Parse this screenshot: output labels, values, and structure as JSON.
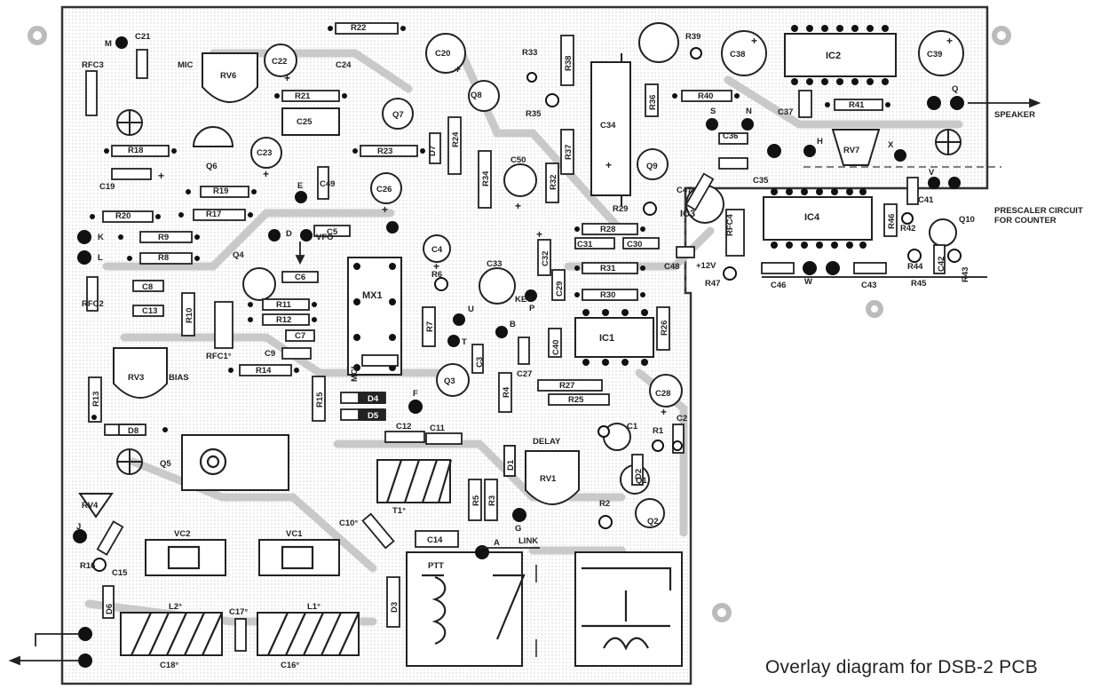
{
  "caption": "Overlay diagram for DSB-2 PCB",
  "board": {
    "ink": "#333333",
    "trace": "#c8c8c8",
    "pad": "#1a1a1a",
    "paper": "#ffffff"
  },
  "resistors": [
    "R22",
    "R21",
    "R23",
    "R24",
    "R18",
    "R19",
    "R17",
    "R20",
    "R9",
    "R8",
    "R11",
    "R12",
    "R10",
    "R14",
    "R13",
    "R15",
    "R34",
    "R33",
    "R35",
    "R38",
    "R37",
    "R32",
    "R36",
    "R39",
    "R40",
    "R41",
    "R28",
    "R29",
    "R31",
    "R30",
    "R26",
    "R27",
    "R25",
    "R7",
    "R4",
    "R6",
    "R5",
    "R3",
    "R1",
    "R2",
    "R16",
    "R46",
    "R42",
    "R44",
    "R45",
    "R47",
    "R43"
  ],
  "capacitors": [
    "C21",
    "C22",
    "C24",
    "C20",
    "C25",
    "C23",
    "C19",
    "C49",
    "C26",
    "C5",
    "C6",
    "C8",
    "C13",
    "C7",
    "C9",
    "C4",
    "C33",
    "C50",
    "C34",
    "C31",
    "C30",
    "C32",
    "C29",
    "C40",
    "C3",
    "C27",
    "C28",
    "C1",
    "C2",
    "C12",
    "C11",
    "C10°",
    "C14",
    "C15",
    "C17°",
    "C18°",
    "C16°",
    "C38",
    "C39",
    "C37",
    "C36",
    "C35",
    "C47",
    "C48",
    "C41",
    "C42",
    "C46",
    "C43"
  ],
  "transistors": [
    "Q6",
    "Q7",
    "Q8",
    "Q4",
    "Q3",
    "Q5",
    "Q9",
    "Q1",
    "Q2",
    "Q10"
  ],
  "diodes": [
    "D7",
    "D4",
    "D5",
    "D8",
    "D1",
    "D2",
    "D3",
    "D6"
  ],
  "ics": [
    "IC1",
    "IC2",
    "IC3",
    "IC4",
    "MX1"
  ],
  "chokes": [
    "RFC3",
    "RFC2",
    "RFC1°",
    "RFC4"
  ],
  "pots": [
    "RV6",
    "RV3",
    "RV4",
    "RV1",
    "RV7"
  ],
  "trimmers": [
    "VC2",
    "VC1"
  ],
  "coils": [
    "L2°",
    "L1°",
    "T1°"
  ],
  "terminals": [
    "M",
    "K",
    "L",
    "E",
    "D",
    "F",
    "U",
    "T",
    "B",
    "P",
    "G",
    "A",
    "S",
    "N",
    "X",
    "V",
    "Q",
    "W",
    "J",
    "H"
  ],
  "labels": {
    "mic": "MIC",
    "vfo": "VFO",
    "bias": "BIAS",
    "key": "KEY",
    "delay": "DELAY",
    "link": "LINK",
    "ptt": "PTT",
    "speaker": "SPEAKER",
    "prescaler1": "PRESCALER CIRCUIT",
    "prescaler2": "FOR COUNTER",
    "plus12v": "+12V",
    "mcl": "MCL"
  }
}
